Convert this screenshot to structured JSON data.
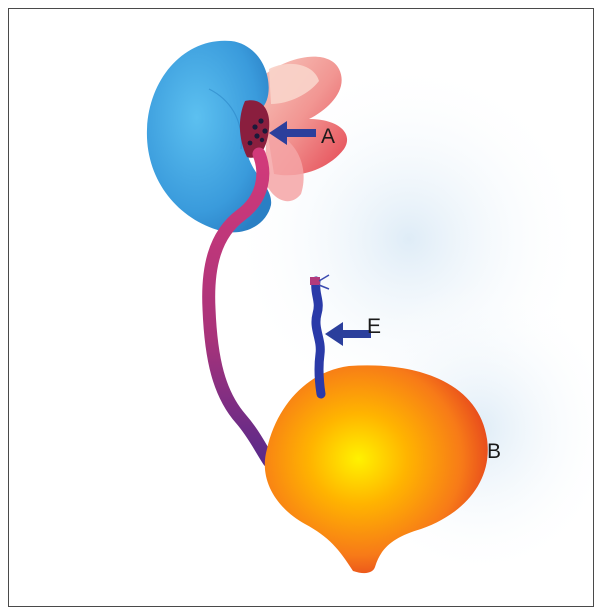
{
  "diagram": {
    "labels": {
      "a": "A",
      "b": "B",
      "e": "E"
    },
    "colors": {
      "kidney": "#3fa3de",
      "renal_vessel": "#e8505a",
      "ureter": "#b8357a",
      "urethra_segment": "#2a3aa8",
      "bladder_center": "#ffe600",
      "bladder_edge": "#e8401e",
      "arrow": "#2b3f9c"
    }
  }
}
